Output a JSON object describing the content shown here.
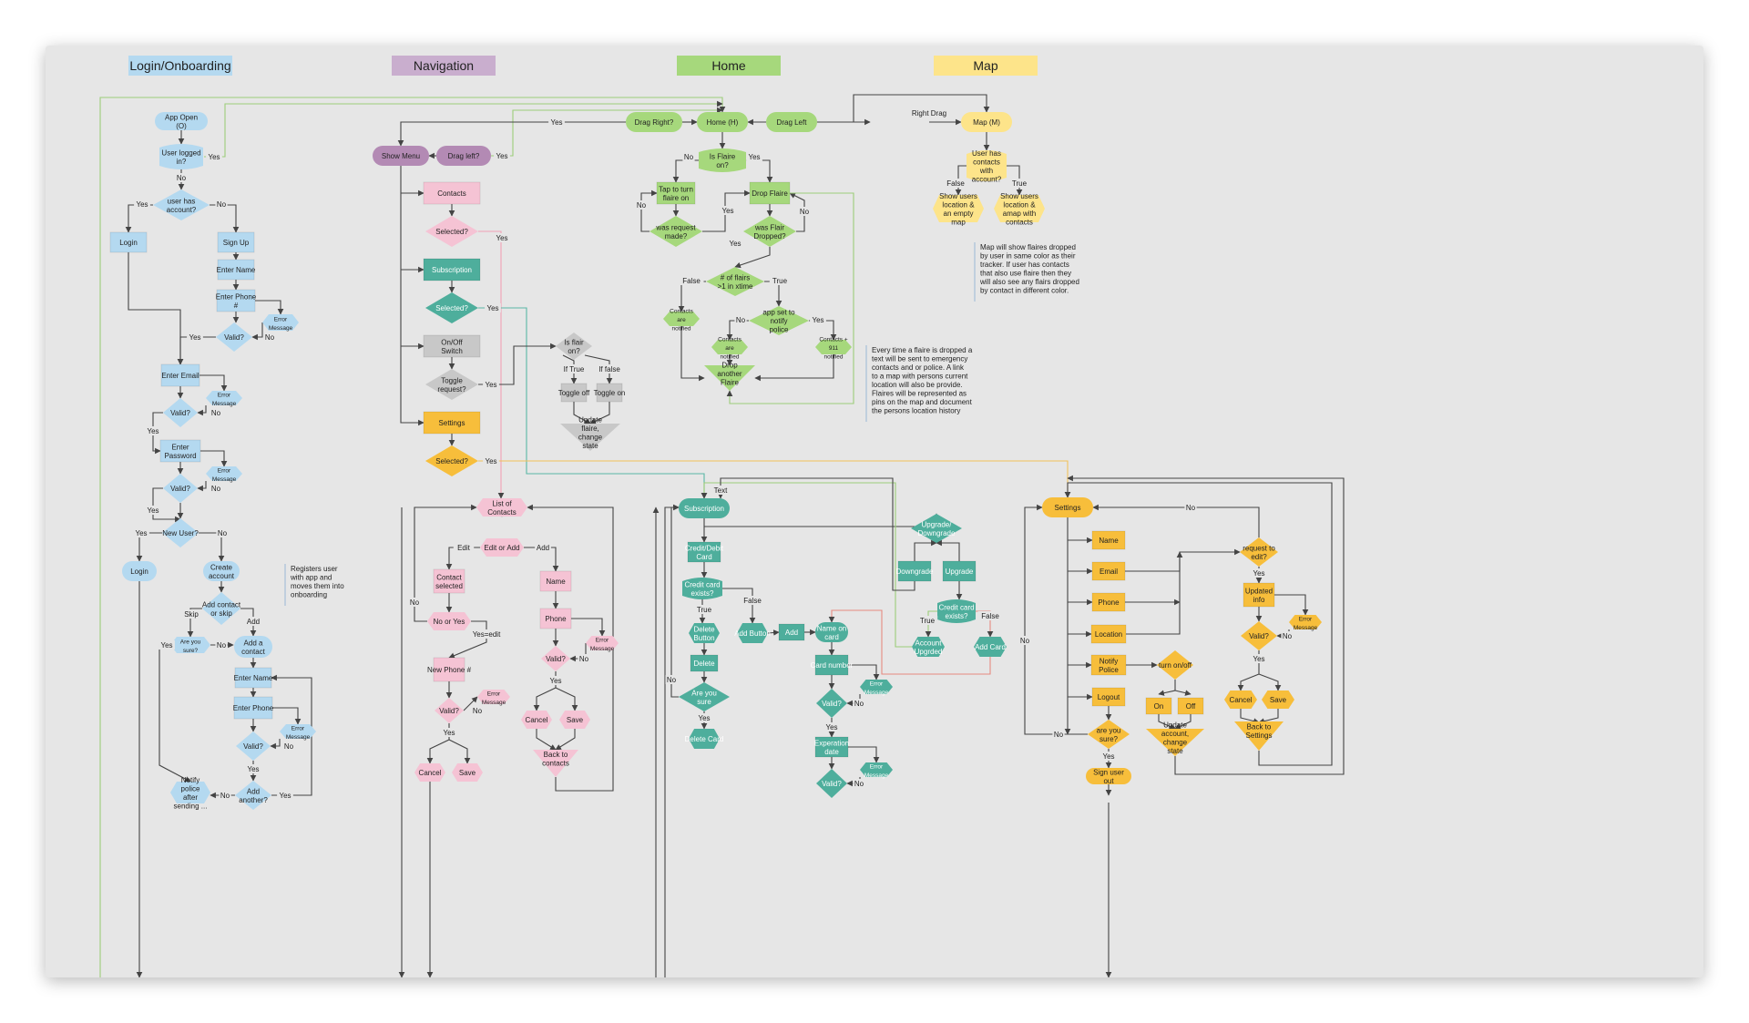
{
  "colors": {
    "login": "#b4d9f0",
    "navigation": "#c9aece",
    "home": "#a6d87c",
    "map": "#fde48a",
    "pink": "#f5c3d4",
    "teal": "#4eae9c",
    "gray": "#c8c8c8",
    "yellow": "#f7be3b",
    "purple": "#b38ab4",
    "line": "#444444",
    "line_green": "#9ccd79",
    "line_teal": "#5ab6a5",
    "line_pink": "#f0a0b5",
    "line_yellow": "#f1c15b",
    "line_red": "#e58a80"
  },
  "headers": [
    {
      "label": "Login/Onboarding",
      "color": "login"
    },
    {
      "label": "Navigation",
      "color": "navigation"
    },
    {
      "label": "Home",
      "color": "home"
    },
    {
      "label": "Map",
      "color": "map"
    }
  ],
  "nodes": [
    {
      "name": "app-open",
      "label": "App Open (O)",
      "shape": "pill",
      "color": "login"
    },
    {
      "name": "user-logged-in",
      "label": "User logged in?",
      "shape": "cyl",
      "color": "login"
    },
    {
      "name": "user-has-account",
      "label": "user has account?",
      "shape": "dia",
      "color": "login"
    },
    {
      "name": "login",
      "label": "Login",
      "shape": "rect",
      "color": "login"
    },
    {
      "name": "sign-up",
      "label": "Sign Up",
      "shape": "rect",
      "color": "login"
    },
    {
      "name": "enter-name-1",
      "label": "Enter Name",
      "shape": "rect",
      "color": "login"
    },
    {
      "name": "enter-phone-1",
      "label": "Enter Phone #",
      "shape": "rect",
      "color": "login"
    },
    {
      "name": "error-msg-l1",
      "label": "Error Message",
      "shape": "hex",
      "color": "login"
    },
    {
      "name": "valid-l1",
      "label": "Valid?",
      "shape": "dia",
      "color": "login"
    },
    {
      "name": "enter-email",
      "label": "Enter Email",
      "shape": "rect",
      "color": "login"
    },
    {
      "name": "error-msg-l2",
      "label": "Error Message",
      "shape": "hex",
      "color": "login"
    },
    {
      "name": "valid-l2",
      "label": "Valid?",
      "shape": "dia",
      "color": "login"
    },
    {
      "name": "enter-password",
      "label": "Enter Password",
      "shape": "rect",
      "color": "login"
    },
    {
      "name": "error-msg-l3",
      "label": "Error Message",
      "shape": "hex",
      "color": "login"
    },
    {
      "name": "valid-l3",
      "label": "Valid?",
      "shape": "dia",
      "color": "login"
    },
    {
      "name": "new-user",
      "label": "New User?",
      "shape": "dia",
      "color": "login"
    },
    {
      "name": "login-2",
      "label": "Login",
      "shape": "pill",
      "color": "login"
    },
    {
      "name": "create-account",
      "label": "Create account",
      "shape": "pill",
      "color": "login"
    },
    {
      "name": "add-contact-or-skip",
      "label": "Add contact or skip",
      "shape": "dia",
      "color": "login"
    },
    {
      "name": "are-you-sure-l",
      "label": "Are you sure?",
      "shape": "hex",
      "color": "login"
    },
    {
      "name": "add-a-contact",
      "label": "Add a contact",
      "shape": "pill",
      "color": "login"
    },
    {
      "name": "enter-name-2",
      "label": "Enter Name",
      "shape": "rect",
      "color": "login"
    },
    {
      "name": "enter-phone-2",
      "label": "Enter Phone",
      "shape": "rect",
      "color": "login"
    },
    {
      "name": "error-msg-l4",
      "label": "Error Message",
      "shape": "hex",
      "color": "login"
    },
    {
      "name": "valid-l4",
      "label": "Valid?",
      "shape": "dia",
      "color": "login"
    },
    {
      "name": "notify-police-after",
      "label": "Notify police after sending ...",
      "shape": "hex",
      "color": "login"
    },
    {
      "name": "add-another",
      "label": "Add another?",
      "shape": "dia",
      "color": "login"
    },
    {
      "name": "show-menu",
      "label": "Show Menu",
      "shape": "pill",
      "color": "purple"
    },
    {
      "name": "drag-left-q",
      "label": "Drag left?",
      "shape": "pill",
      "color": "purple"
    },
    {
      "name": "contacts",
      "label": "Contacts",
      "shape": "rect",
      "color": "pink"
    },
    {
      "name": "selected-1",
      "label": "Selected?",
      "shape": "dia",
      "color": "pink"
    },
    {
      "name": "subscription-nav",
      "label": "Subscription",
      "shape": "rect",
      "color": "teal"
    },
    {
      "name": "selected-2",
      "label": "Selected?",
      "shape": "dia",
      "color": "teal"
    },
    {
      "name": "on-off-switch",
      "label": "On/Off Switch",
      "shape": "rect",
      "color": "gray"
    },
    {
      "name": "toggle-request",
      "label": "Toggle request?",
      "shape": "dia",
      "color": "gray"
    },
    {
      "name": "settings-nav",
      "label": "Settings",
      "shape": "rect",
      "color": "yellow"
    },
    {
      "name": "selected-3",
      "label": "Selected?",
      "shape": "dia",
      "color": "yellow"
    },
    {
      "name": "is-flair-on",
      "label": "Is flair on?",
      "shape": "dia",
      "color": "gray"
    },
    {
      "name": "toggle-off",
      "label": "Toggle off",
      "shape": "rect",
      "color": "gray"
    },
    {
      "name": "toggle-on",
      "label": "Toggle on",
      "shape": "rect",
      "color": "gray"
    },
    {
      "name": "update-flaire-state",
      "label": "Update flaire, change state",
      "shape": "tri",
      "color": "gray"
    },
    {
      "name": "drag-right-q",
      "label": "Drag Right?",
      "shape": "pill",
      "color": "home"
    },
    {
      "name": "home-h",
      "label": "Home (H)",
      "shape": "pill",
      "color": "home"
    },
    {
      "name": "drag-left",
      "label": "Drag Left",
      "shape": "pill",
      "color": "home"
    },
    {
      "name": "is-flaire-on",
      "label": "Is Flaire on?",
      "shape": "cyl",
      "color": "home"
    },
    {
      "name": "tap-to-turn-on",
      "label": "Tap to turn flaire on",
      "shape": "rect",
      "color": "home"
    },
    {
      "name": "drop-flaire",
      "label": "Drop Flaire",
      "shape": "rect",
      "color": "home"
    },
    {
      "name": "was-request-made",
      "label": "was request made?",
      "shape": "dia",
      "color": "home"
    },
    {
      "name": "was-flair-dropped",
      "label": "was Flair Dropped?",
      "shape": "dia",
      "color": "home"
    },
    {
      "name": "num-flairs",
      "label": "# of flairs >1 in xtime",
      "shape": "dia",
      "color": "home"
    },
    {
      "name": "contacts-notified-1",
      "label": "Contacts are notified",
      "shape": "hex",
      "color": "home"
    },
    {
      "name": "app-set-notify-police",
      "label": "app set to notify police",
      "shape": "dia",
      "color": "home"
    },
    {
      "name": "contacts-notified-2",
      "label": "Contacts are notified",
      "shape": "hex",
      "color": "home"
    },
    {
      "name": "contacts-911",
      "label": "Contacts + 911 notified",
      "shape": "hex",
      "color": "home"
    },
    {
      "name": "drop-another",
      "label": "Drop another Flaire",
      "shape": "tri",
      "color": "home"
    },
    {
      "name": "map-m",
      "label": "Map (M)",
      "shape": "pill",
      "color": "map"
    },
    {
      "name": "user-has-contacts",
      "label": "User has contacts with account?",
      "shape": "cyl",
      "color": "map"
    },
    {
      "name": "show-location-empty",
      "label": "Show users location & an empty map",
      "shape": "hex",
      "color": "map"
    },
    {
      "name": "show-location-map",
      "label": "Show users location & amap with contacts",
      "shape": "hex",
      "color": "map"
    },
    {
      "name": "list-of-contacts",
      "label": "List of Contacts",
      "shape": "hex",
      "color": "pink"
    },
    {
      "name": "edit-or-add",
      "label": "Edit or Add",
      "shape": "hex",
      "color": "pink"
    },
    {
      "name": "contact-selected",
      "label": "Contact selected",
      "shape": "rect",
      "color": "pink"
    },
    {
      "name": "name-c",
      "label": "Name",
      "shape": "rect",
      "color": "pink"
    },
    {
      "name": "no-or-yes",
      "label": "No or Yes",
      "shape": "hex",
      "color": "pink"
    },
    {
      "name": "phone-c",
      "label": "Phone",
      "shape": "rect",
      "color": "pink"
    },
    {
      "name": "error-msg-c1",
      "label": "Error Message",
      "shape": "hex",
      "color": "pink"
    },
    {
      "name": "valid-c1",
      "label": "Valid?",
      "shape": "dia",
      "color": "pink"
    },
    {
      "name": "new-phone",
      "label": "New Phone #",
      "shape": "rect",
      "color": "pink"
    },
    {
      "name": "valid-c2",
      "label": "Valid?",
      "shape": "dia",
      "color": "pink"
    },
    {
      "name": "error-msg-c2",
      "label": "Error Message",
      "shape": "hex",
      "color": "pink"
    },
    {
      "name": "cancel-c1",
      "label": "Cancel",
      "shape": "hex",
      "color": "pink"
    },
    {
      "name": "save-c1",
      "label": "Save",
      "shape": "hex",
      "color": "pink"
    },
    {
      "name": "back-to-contacts",
      "label": "Back to contacts",
      "shape": "tri",
      "color": "pink"
    },
    {
      "name": "cancel-c2",
      "label": "Cancel",
      "shape": "hex",
      "color": "pink"
    },
    {
      "name": "save-c2",
      "label": "Save",
      "shape": "hex",
      "color": "pink"
    },
    {
      "name": "subscription",
      "label": "Subscription",
      "shape": "pill",
      "color": "teal"
    },
    {
      "name": "credit-debit-card",
      "label": "Credit/Debit Card",
      "shape": "rect",
      "color": "teal"
    },
    {
      "name": "upgrade-downgrade",
      "label": "Upgrade/ Downgrade",
      "shape": "dia",
      "color": "teal"
    },
    {
      "name": "downgrade",
      "label": "Downgrade",
      "shape": "rect",
      "color": "teal"
    },
    {
      "name": "upgrade",
      "label": "Upgrade",
      "shape": "rect",
      "color": "teal"
    },
    {
      "name": "credit-card-exists-1",
      "label": "Credit card exists?",
      "shape": "cyl",
      "color": "teal"
    },
    {
      "name": "credit-card-exists-2",
      "label": "Credit card exists?",
      "shape": "cyl",
      "color": "teal"
    },
    {
      "name": "delete-button",
      "label": "Delete Button",
      "shape": "hex",
      "color": "teal"
    },
    {
      "name": "add-button",
      "label": "Add Button",
      "shape": "hex",
      "color": "teal"
    },
    {
      "name": "add-s",
      "label": "Add",
      "shape": "rect",
      "color": "teal"
    },
    {
      "name": "name-on-card",
      "label": "Name on card",
      "shape": "pill",
      "color": "teal"
    },
    {
      "name": "account-upgraded",
      "label": "Account Upgrded",
      "shape": "hex",
      "color": "teal"
    },
    {
      "name": "add-card",
      "label": "Add Card",
      "shape": "hex",
      "color": "teal"
    },
    {
      "name": "delete-s",
      "label": "Delete",
      "shape": "rect",
      "color": "teal"
    },
    {
      "name": "card-number",
      "label": "Card number",
      "shape": "rect",
      "color": "teal"
    },
    {
      "name": "error-msg-s1",
      "label": "Error Message",
      "shape": "hex",
      "color": "teal"
    },
    {
      "name": "are-you-sure-s",
      "label": "Are you sure",
      "shape": "dia",
      "color": "teal"
    },
    {
      "name": "valid-s1",
      "label": "Valid?",
      "shape": "dia",
      "color": "teal"
    },
    {
      "name": "delete-card",
      "label": "Delete Card",
      "shape": "hex",
      "color": "teal"
    },
    {
      "name": "experation-date",
      "label": "Experation date",
      "shape": "rect",
      "color": "teal"
    },
    {
      "name": "error-msg-s2",
      "label": "Error Message",
      "shape": "hex",
      "color": "teal"
    },
    {
      "name": "valid-s2",
      "label": "Valid?",
      "shape": "dia",
      "color": "teal"
    },
    {
      "name": "settings",
      "label": "Settings",
      "shape": "pill",
      "color": "yellow"
    },
    {
      "name": "name-st",
      "label": "Name",
      "shape": "rect",
      "color": "yellow"
    },
    {
      "name": "email-st",
      "label": "Email",
      "shape": "rect",
      "color": "yellow"
    },
    {
      "name": "phone-st",
      "label": "Phone",
      "shape": "rect",
      "color": "yellow"
    },
    {
      "name": "location-st",
      "label": "Location",
      "shape": "rect",
      "color": "yellow"
    },
    {
      "name": "notify-police-st",
      "label": "Notify Police",
      "shape": "rect",
      "color": "yellow"
    },
    {
      "name": "logout",
      "label": "Logout",
      "shape": "rect",
      "color": "yellow"
    },
    {
      "name": "turn-on-off",
      "label": "turn on/off",
      "shape": "dia",
      "color": "yellow"
    },
    {
      "name": "on-st",
      "label": "On",
      "shape": "rect",
      "color": "yellow"
    },
    {
      "name": "off-st",
      "label": "Off",
      "shape": "rect",
      "color": "yellow"
    },
    {
      "name": "update-account",
      "label": "Update account, change state",
      "shape": "tri",
      "color": "yellow"
    },
    {
      "name": "are-you-sure-st",
      "label": "are you sure?",
      "shape": "dia",
      "color": "yellow"
    },
    {
      "name": "sign-user-out",
      "label": "Sign user out",
      "shape": "pill",
      "color": "yellow"
    },
    {
      "name": "request-to-edit",
      "label": "request to edit?",
      "shape": "dia",
      "color": "yellow"
    },
    {
      "name": "updated-info",
      "label": "Updated info",
      "shape": "rect",
      "color": "yellow"
    },
    {
      "name": "valid-st",
      "label": "Valid?",
      "shape": "dia",
      "color": "yellow"
    },
    {
      "name": "error-msg-st",
      "label": "Error Message",
      "shape": "hex",
      "color": "yellow"
    },
    {
      "name": "cancel-st",
      "label": "Cancel",
      "shape": "hex",
      "color": "yellow"
    },
    {
      "name": "save-st",
      "label": "Save",
      "shape": "hex",
      "color": "yellow"
    },
    {
      "name": "back-to-settings",
      "label": "Back to Settings",
      "shape": "tri",
      "color": "yellow"
    }
  ],
  "edge_labels": [
    {
      "name": "yes-logged",
      "label": "Yes"
    },
    {
      "name": "yes-account",
      "label": "Yes"
    },
    {
      "name": "no-account",
      "label": "No"
    },
    {
      "name": "no-logged",
      "label": "No"
    },
    {
      "name": "yes-valid-l1",
      "label": "Yes"
    },
    {
      "name": "no-valid-l1",
      "label": "No"
    },
    {
      "name": "no-valid-l2",
      "label": "No"
    },
    {
      "name": "yes-valid-l2",
      "label": "Yes"
    },
    {
      "name": "no-valid-l3",
      "label": "No"
    },
    {
      "name": "yes-valid-l3",
      "label": "Yes"
    },
    {
      "name": "yes-new-user",
      "label": "Yes"
    },
    {
      "name": "no-new-user",
      "label": "No"
    },
    {
      "name": "skip",
      "label": "Skip"
    },
    {
      "name": "add-l",
      "label": "Add"
    },
    {
      "name": "yes-sure-l",
      "label": "Yes"
    },
    {
      "name": "no-sure-l",
      "label": "No"
    },
    {
      "name": "no-valid-l4",
      "label": "No"
    },
    {
      "name": "yes-valid-l4",
      "label": "Yes"
    },
    {
      "name": "yes-another",
      "label": "Yes"
    },
    {
      "name": "no-another",
      "label": "No"
    },
    {
      "name": "yes-drag-right",
      "label": "Yes"
    },
    {
      "name": "yes-drag-left",
      "label": "Yes"
    },
    {
      "name": "right-drag",
      "label": "Right Drag"
    },
    {
      "name": "yes-selected-1",
      "label": "Yes"
    },
    {
      "name": "yes-selected-2",
      "label": "Yes"
    },
    {
      "name": "yes-toggle",
      "label": "Yes"
    },
    {
      "name": "yes-selected-3",
      "label": "Yes"
    },
    {
      "name": "if-true",
      "label": "If True"
    },
    {
      "name": "if-false",
      "label": "If false"
    },
    {
      "name": "no-flaire",
      "label": "No"
    },
    {
      "name": "yes-flaire",
      "label": "Yes"
    },
    {
      "name": "no-request",
      "label": "No"
    },
    {
      "name": "yes-request",
      "label": "Yes"
    },
    {
      "name": "no-dropped",
      "label": "No"
    },
    {
      "name": "yes-dropped",
      "label": "Yes"
    },
    {
      "name": "false-flairs",
      "label": "False"
    },
    {
      "name": "true-flairs",
      "label": "True"
    },
    {
      "name": "no-police",
      "label": "No"
    },
    {
      "name": "yes-police",
      "label": "Yes"
    },
    {
      "name": "false-map",
      "label": "False"
    },
    {
      "name": "true-map",
      "label": "True"
    },
    {
      "name": "edit",
      "label": "Edit"
    },
    {
      "name": "add-c",
      "label": "Add"
    },
    {
      "name": "no-c",
      "label": "No"
    },
    {
      "name": "yes-edit",
      "label": "Yes=edit"
    },
    {
      "name": "no-valid-c1",
      "label": "No"
    },
    {
      "name": "yes-valid-c1",
      "label": "Yes"
    },
    {
      "name": "no-valid-c2",
      "label": "No"
    },
    {
      "name": "yes-valid-c2",
      "label": "Yes"
    },
    {
      "name": "text-sub",
      "label": "Text"
    },
    {
      "name": "true-cc1",
      "label": "True"
    },
    {
      "name": "false-cc1",
      "label": "False"
    },
    {
      "name": "true-cc2",
      "label": "True"
    },
    {
      "name": "false-cc2",
      "label": "False"
    },
    {
      "name": "no-sure-s",
      "label": "No"
    },
    {
      "name": "yes-sure-s",
      "label": "Yes"
    },
    {
      "name": "no-valid-s1",
      "label": "No"
    },
    {
      "name": "yes-valid-s1",
      "label": "Yes"
    },
    {
      "name": "no-valid-s2",
      "label": "No"
    },
    {
      "name": "no-settings",
      "label": "No"
    },
    {
      "name": "yes-edit-st",
      "label": "Yes"
    },
    {
      "name": "no-valid-st",
      "label": "No"
    },
    {
      "name": "yes-valid-st",
      "label": "Yes"
    },
    {
      "name": "no-sure-st",
      "label": "No"
    },
    {
      "name": "yes-sure-st",
      "label": "Yes"
    },
    {
      "name": "no-left-st",
      "label": "No"
    }
  ],
  "notes": [
    {
      "name": "note-registers-user",
      "lines": [
        "Registers user",
        "with app and",
        "moves them into",
        "onboarding"
      ]
    },
    {
      "name": "note-map-flaires",
      "lines": [
        "Map will show flaires dropped",
        "by user in same color as their",
        "tracker. If user has contacts",
        "that also use flaire then they",
        "will also see any flairs dropped",
        "by contact in different color."
      ]
    },
    {
      "name": "note-every-time",
      "lines": [
        "Every time a flaire is dropped a",
        "text will be sent to emergency",
        "contacts and or police.  A link",
        "to a map with persons current",
        "location will also be provide.",
        "Flaires will be represented as",
        "pins on the map and document",
        "the persons location history"
      ]
    }
  ]
}
